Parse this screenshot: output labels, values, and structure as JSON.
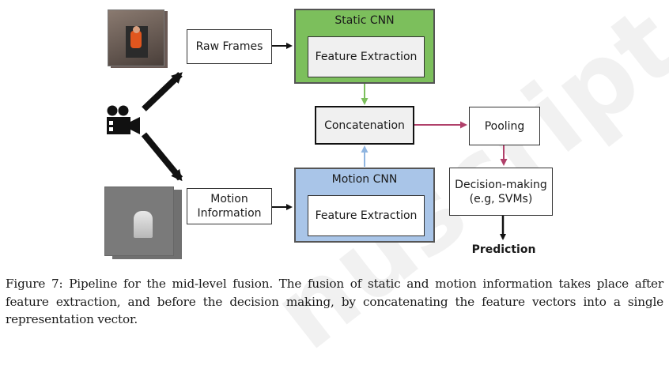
{
  "diagram": {
    "static_cnn": {
      "title": "Static CNN",
      "inner": "Feature Extraction",
      "color": "#7cbf5c"
    },
    "motion_cnn": {
      "title": "Motion CNN",
      "inner": "Feature Extraction",
      "color": "#a9c5e8"
    },
    "raw_frames": "Raw Frames",
    "motion_info": "Motion\nInformation",
    "concatenation": "Concatenation",
    "pooling": "Pooling",
    "decision": "Decision-making\n(e.g, SVMs)",
    "prediction": "Prediction",
    "colors": {
      "green_arrow": "#7cbf5c",
      "blue_arrow": "#8fb5e0",
      "magenta_arrow": "#b0406a"
    },
    "icons": {
      "video_camera": "video-camera-icon",
      "frame_color": "raw-frame-image",
      "frame_motion": "motion-frame-image"
    }
  },
  "caption": "Figure 7: Pipeline for the mid-level fusion. The fusion of static and motion information takes place after feature extraction, and before the decision making, by concatenating the feature vectors into a single representation vector."
}
